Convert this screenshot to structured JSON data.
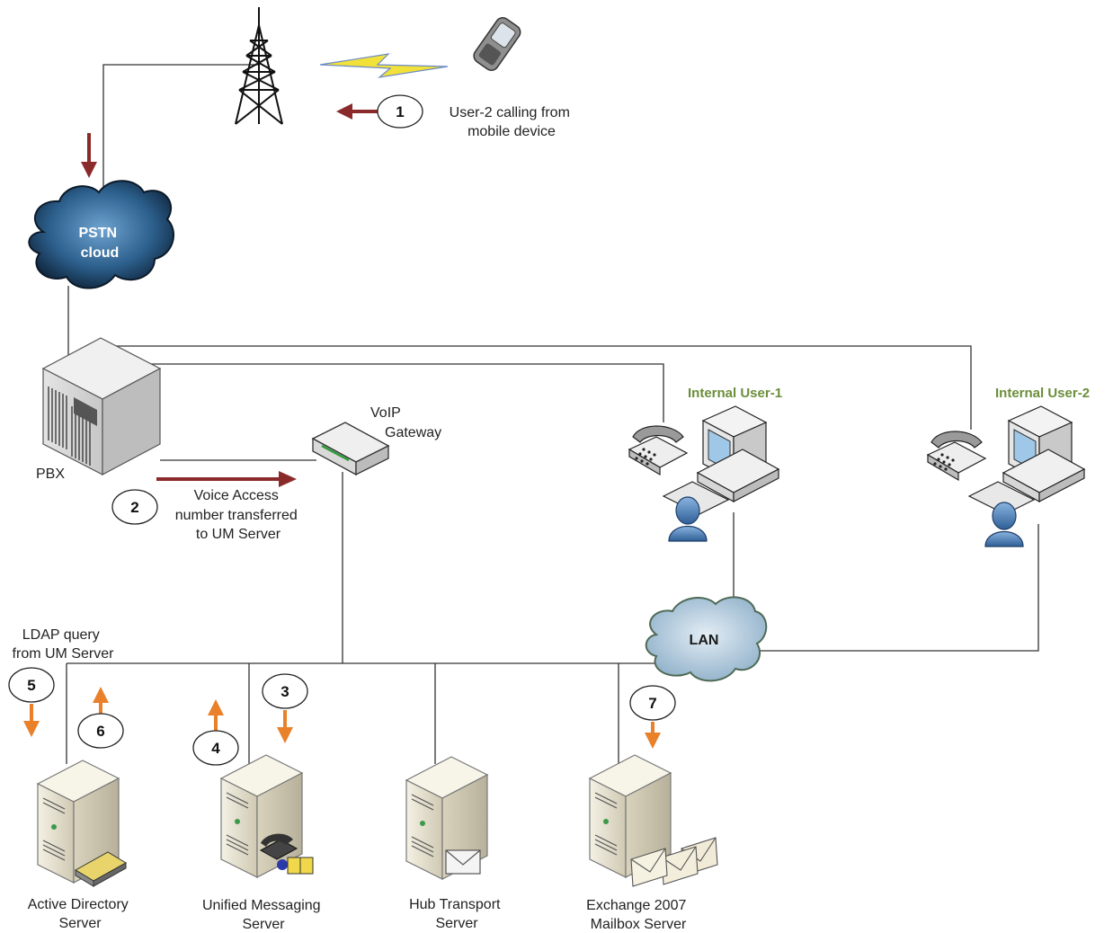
{
  "labels": {
    "user2_calling": [
      "User-2 calling from",
      "mobile device"
    ],
    "pstn_cloud": [
      "PSTN",
      "cloud"
    ],
    "pbx": "PBX",
    "voip_gateway": [
      "VoIP",
      "Gateway"
    ],
    "voice_access": [
      "Voice Access",
      "number transferred",
      "to UM Server"
    ],
    "internal_user_1": "Internal User-1",
    "internal_user_2": "Internal User-2",
    "lan": "LAN",
    "ldap_query": [
      "LDAP query",
      "from UM Server"
    ],
    "active_directory": [
      "Active Directory",
      "Server"
    ],
    "unified_messaging": [
      "Unified Messaging",
      "Server"
    ],
    "hub_transport": [
      "Hub Transport",
      "Server"
    ],
    "mailbox_server": [
      "Exchange 2007",
      "Mailbox Server"
    ]
  },
  "steps": [
    "1",
    "2",
    "3",
    "4",
    "5",
    "6",
    "7"
  ],
  "colors": {
    "red_arrow": "#8b2a2a",
    "orange_arrow": "#e8812a",
    "label_green": "#6b8e3a",
    "cloud_dark": "#1f4f7a",
    "cloud_lan": "#a9c3d8"
  }
}
